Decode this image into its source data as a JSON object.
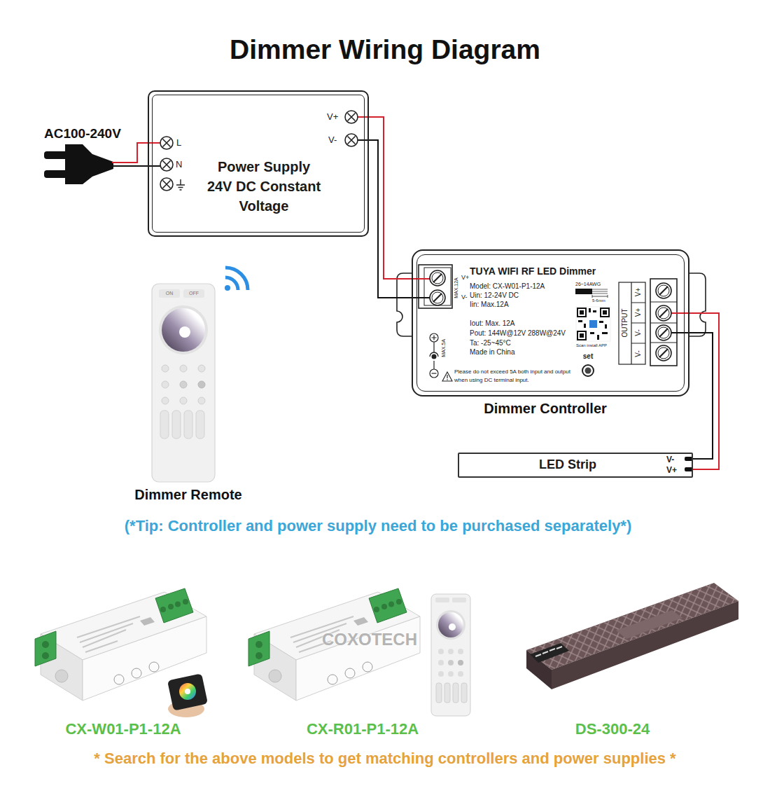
{
  "diagram": {
    "title": "Dimmer Wiring Diagram",
    "nodes": [
      {
        "text": [
          "Power Supply 24V DC Constant Voltage"
        ]
      },
      {
        "text": [
          "TUYA WIFI RF LED Dimmer",
          "Model: CX-W01-P1-12A",
          "Uin: 12-24V DC",
          "Iin: Max.12A",
          "Iout: Max. 12A",
          "Pout: 144W@12V 288W@24V",
          "Ta: -25~45°C",
          "Made in China",
          "Please do not exceed 5A both input and output when using DC terminal input.",
          "Dimmer Controller"
        ]
      },
      {
        "text": [
          "LED Strip"
        ]
      }
    ],
    "edges": [
      {
        "from": 0,
        "to": 1,
        "arrow": "none"
      },
      {
        "from": 0,
        "to": 1,
        "arrow": "none"
      },
      {
        "from": 1,
        "to": 2,
        "arrow": "none"
      },
      {
        "from": 1,
        "to": 2,
        "arrow": "none"
      }
    ],
    "labels": [
      "AC100-240V",
      "L",
      "N",
      "V+",
      "V-",
      "ON",
      "OFF",
      "Dimmer Remote",
      "V+",
      "V-",
      "MAX.12A",
      "26~14AWG",
      "5-6mm",
      "Scan install APP",
      "set",
      "OUTPUT",
      "V+",
      "V+",
      "V-",
      "V-",
      "MAX.5A",
      "V-",
      "V+",
      "(*Tip: Controller and power supply need to be purchased separately*)",
      "COXOTECH",
      "CX-W01-P1-12A",
      "CX-R01-P1-12A",
      "DS-300-24",
      "* Search for the above models to get matching controllers and power supplies *"
    ]
  }
}
